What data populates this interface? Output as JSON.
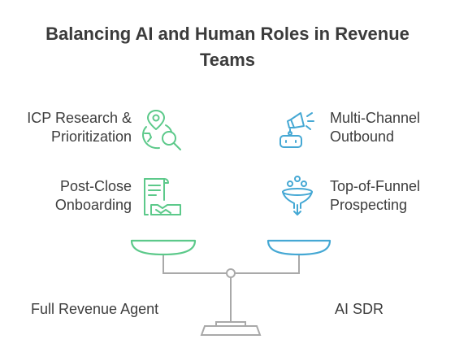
{
  "title": "Balancing AI and Human Roles in Revenue Teams",
  "left_items": [
    {
      "line1": "ICP Research &",
      "line2": "Prioritization",
      "icon": "location-search-icon"
    },
    {
      "line1": "Post-Close",
      "line2": "Onboarding",
      "icon": "contract-handshake-icon"
    }
  ],
  "right_items": [
    {
      "line1": "Multi-Channel",
      "line2": "Outbound",
      "icon": "robot-megaphone-icon"
    },
    {
      "line1": "Top-of-Funnel",
      "line2": "Prospecting",
      "icon": "funnel-icon"
    }
  ],
  "left_side_label": "Full Revenue Agent",
  "right_side_label": "AI SDR",
  "colors": {
    "green": "#5cc98a",
    "blue": "#45a8d4",
    "gray": "#a9a9a9"
  }
}
